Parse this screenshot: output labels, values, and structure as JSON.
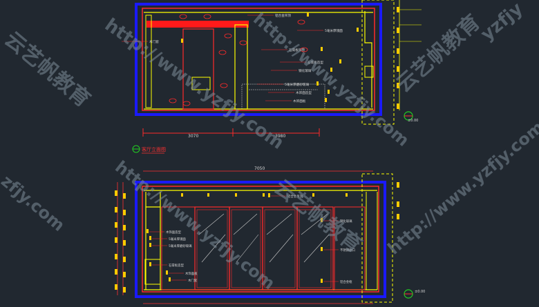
{
  "colors": {
    "background": "#212830",
    "wall": "#1a1aff",
    "outline": "#ff2a2a",
    "structure": "#ffff00",
    "note": "#d8d8d8",
    "marker": "#ffcc00",
    "section_mark": "#22d022",
    "watermark": "#7f8c99"
  },
  "top_elevation": {
    "annotations": [
      "铝合金吊顶",
      "5毫米厚镜面",
      "石膏板吊顶",
      "石膏板造型",
      "钢化玻璃",
      "5毫米厚磨砂玻璃",
      "木饰面造型",
      "木饰面板",
      "木门套"
    ],
    "dimension_labels": [
      "3070",
      "3980"
    ],
    "drawing_title": "客厅立面图",
    "level_mark": "±0.00"
  },
  "bottom_elevation": {
    "annotations": [
      "铝合金吊顶",
      "钢化玻璃",
      "木饰面造型",
      "5毫米厚镜面",
      "5毫米厚磨砂玻璃",
      "石膏板造型",
      "木饰面板",
      "木门套",
      "不锈钢收口",
      "铝合金框"
    ],
    "dimension_label": "7050",
    "level_mark": "±0.00"
  },
  "watermark": {
    "url": "http://www.yzfjy.com",
    "brand": "云艺帆教育",
    "partial_left": "zfjy.com",
    "partial_top_right": "yzfjy"
  }
}
